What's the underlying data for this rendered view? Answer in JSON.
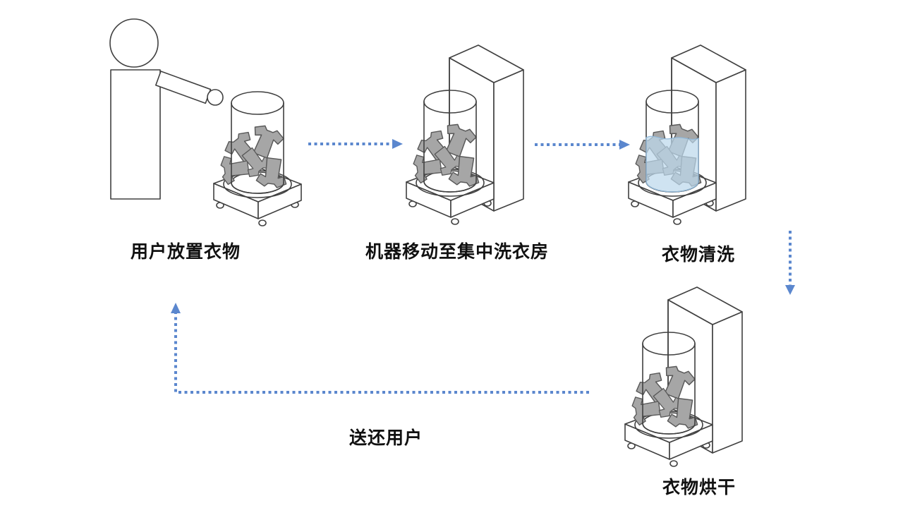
{
  "colors": {
    "bg": "#FFFFFF",
    "outline": "#404040",
    "clothes": "#A6A6A6",
    "clothes_edge": "#595959",
    "water": "#BDD8EC",
    "water_edge": "#8FB8DA",
    "arrow": "#5B87CE",
    "label": "#111111"
  },
  "diagram": {
    "type": "process-flow",
    "steps": [
      {
        "label": "用户放置衣物",
        "icon": "person-loading-laundry-basket"
      },
      {
        "label": "机器移动至集中洗衣房",
        "icon": "laundry-robot-at-cabinet"
      },
      {
        "label": "衣物清洗",
        "icon": "laundry-robot-washing-water"
      },
      {
        "label": "衣物烘干",
        "icon": "laundry-robot-drying"
      },
      {
        "label": "送还用户",
        "icon": "return-arrow"
      }
    ],
    "arrows": [
      {
        "from": "用户放置衣物",
        "to": "机器移动至集中洗衣房",
        "style": "dotted",
        "direction": "right"
      },
      {
        "from": "机器移动至集中洗衣房",
        "to": "衣物清洗",
        "style": "dotted",
        "direction": "right"
      },
      {
        "from": "衣物清洗",
        "to": "衣物烘干",
        "style": "dotted",
        "direction": "down"
      },
      {
        "from": "衣物烘干",
        "to": "用户放置衣物",
        "style": "dotted",
        "direction": "left-then-up",
        "caption": "送还用户"
      }
    ]
  }
}
